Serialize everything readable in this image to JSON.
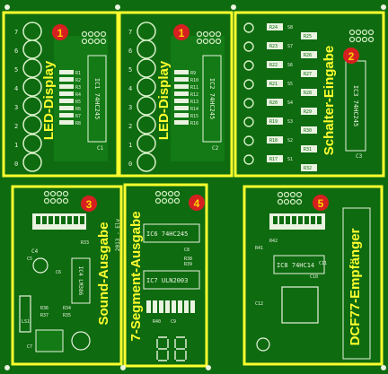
{
  "colors": {
    "board": "#0e6b10",
    "copper": "#1f9a1f",
    "outline": "#ffff2e",
    "silk": "#e9f3e0",
    "badge": "#d62020"
  },
  "modules": [
    {
      "number": "1",
      "title": "LED-Display",
      "chip": "IC1 74HC245",
      "cap": "C1",
      "resistors": [
        "R1",
        "R2",
        "R3",
        "R4",
        "R5",
        "R6",
        "R7",
        "R8"
      ],
      "pins": [
        "7",
        "6",
        "5",
        "4",
        "3",
        "2",
        "1",
        "0"
      ]
    },
    {
      "number": "1",
      "title": "LED-Display",
      "chip": "IC2 74HC245",
      "cap": "C2",
      "resistors": [
        "R9",
        "R10",
        "R11",
        "R12",
        "R13",
        "R14",
        "R15",
        "R16"
      ],
      "pins": [
        "7",
        "6",
        "5",
        "4",
        "3",
        "2",
        "1",
        "0"
      ]
    },
    {
      "number": "2",
      "title": "Schalter-Eingabe",
      "chip": "IC3 74HC245",
      "cap": "C3",
      "resistors": [
        "R24",
        "R23",
        "R22",
        "R21",
        "R20",
        "R19",
        "R18",
        "R17"
      ],
      "resistors2": [
        "R25",
        "R26",
        "R27",
        "R28",
        "R29",
        "R30",
        "R31",
        "R32"
      ],
      "switches": [
        "S8",
        "S7",
        "S6",
        "S5",
        "S4",
        "S3",
        "S2",
        "S1"
      ]
    },
    {
      "number": "3",
      "title": "Sound-Ausgabe",
      "chip": "IC4 LM386",
      "cap": "C4",
      "parts": [
        "R33",
        "R34",
        "R35",
        "R36",
        "R37",
        "C5",
        "C6",
        "C7",
        "LS1"
      ]
    },
    {
      "number": "4",
      "title": "7-Segment-Ausgabe",
      "chip": "IC6 74HC245",
      "chip2": "IC7 ULN2003",
      "parts": [
        "R38",
        "R39",
        "R40",
        "C8",
        "C9"
      ]
    },
    {
      "number": "5",
      "title": "DCF77-Empfänger",
      "chip": "IC8 74HC14",
      "parts": [
        "R41",
        "R42",
        "C10",
        "C11",
        "C12"
      ]
    }
  ],
  "footer": {
    "edge_text": "2013 - Elv"
  }
}
